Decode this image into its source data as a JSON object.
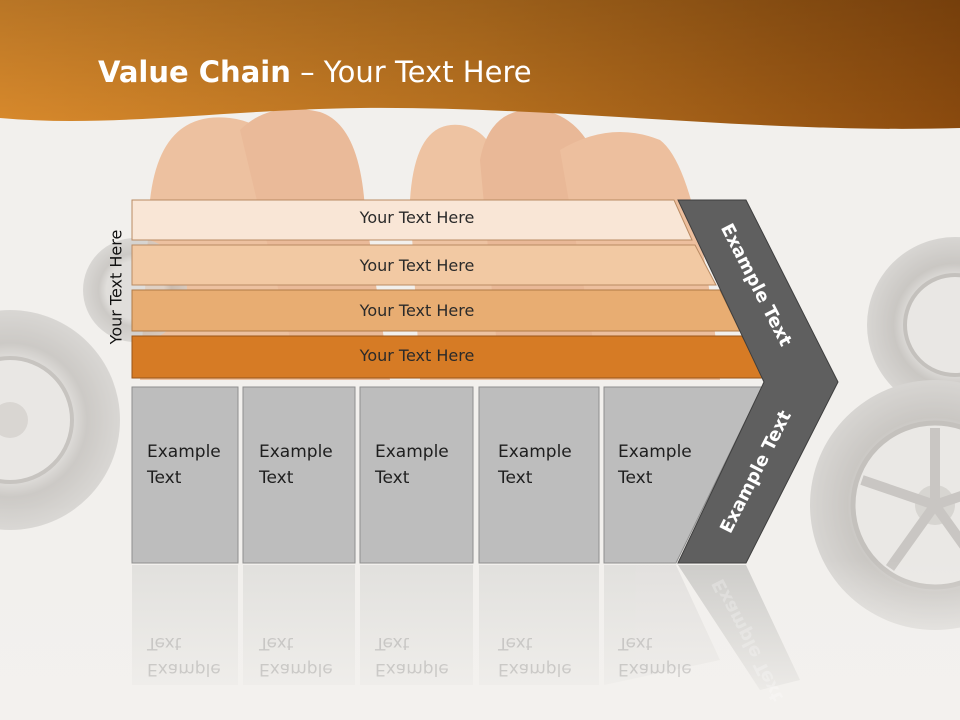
{
  "slide": {
    "title_bold": "Value Chain",
    "title_rest": " – Your Text Here",
    "side_label": "Your Text Here",
    "bars": [
      {
        "label": "Your Text Here",
        "color": "#f9e6d6"
      },
      {
        "label": "Your Text Here",
        "color": "#f2c9a3"
      },
      {
        "label": "Your Text Here",
        "color": "#e8ad72"
      },
      {
        "label": "Your Text Here",
        "color": "#d67b25"
      }
    ],
    "columns": [
      {
        "line1": "Example",
        "line2": "Text"
      },
      {
        "line1": "Example",
        "line2": "Text"
      },
      {
        "line1": "Example",
        "line2": "Text"
      },
      {
        "line1": "Example",
        "line2": "Text"
      },
      {
        "line1": "Example",
        "line2": "Text"
      }
    ],
    "chevron_top": "Example Text",
    "chevron_bottom": "Example Text",
    "colors": {
      "header_orange": "#b36a1e",
      "chevron_gray": "#5f5f5f",
      "column_gray": "#bdbdbd"
    }
  }
}
